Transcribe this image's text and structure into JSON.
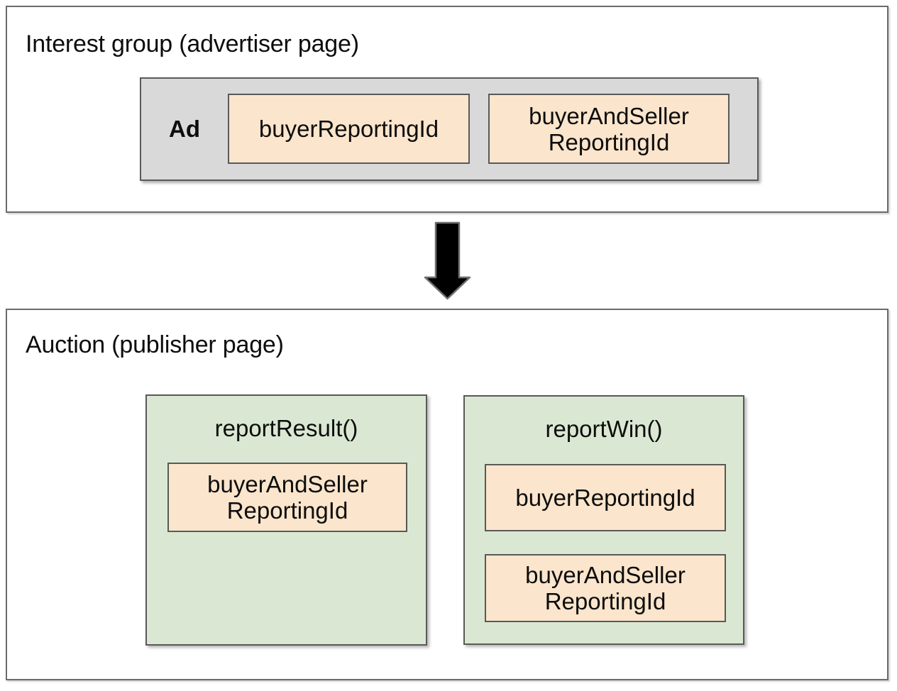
{
  "colors": {
    "background": "#ffffff",
    "outer_border": "#6b6b6b",
    "inner_border": "#595959",
    "ad_container_fill": "#d9d9d9",
    "field_fill": "#fbe5cc",
    "function_fill": "#dae8d3",
    "arrow_fill": "#000000",
    "arrow_stroke": "#6f6f6f",
    "text": "#0d0d0d"
  },
  "interest_group": {
    "title": "Interest group (advertiser page)",
    "ad": {
      "label": "Ad",
      "fields": [
        {
          "label": "buyerReportingId"
        },
        {
          "label": "buyerAndSeller\nReportingId"
        }
      ]
    }
  },
  "arrow": {
    "name": "down-arrow",
    "direction": "down"
  },
  "auction": {
    "title": "Auction (publisher page)",
    "functions": [
      {
        "name": "reportResult()",
        "fields": [
          "buyerAndSeller\nReportingId"
        ]
      },
      {
        "name": "reportWin()",
        "fields": [
          "buyerReportingId",
          "buyerAndSeller\nReportingId"
        ]
      }
    ]
  }
}
